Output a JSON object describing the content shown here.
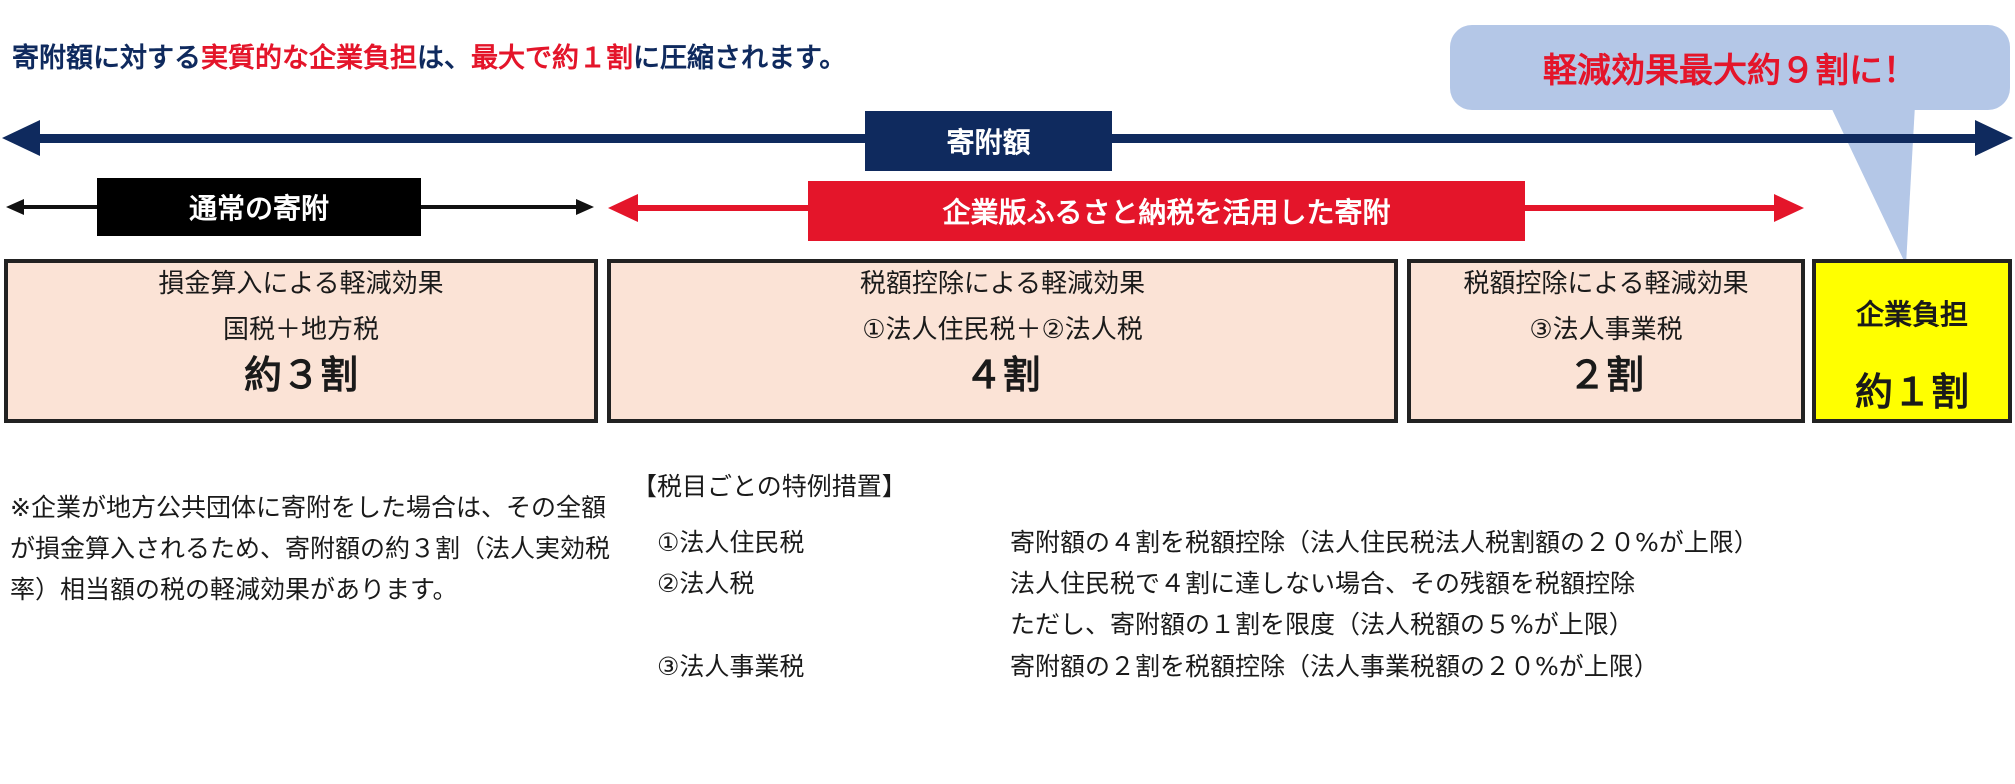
{
  "headline": {
    "p1": "寄附額に対する",
    "p2": "実質的な企業負担",
    "p3": "は、",
    "p4": "最大で約１割",
    "p5": "に圧縮されます。"
  },
  "callout": {
    "text": "軽減効果最大約９割に！"
  },
  "bars": {
    "donation": "寄附額",
    "normal": "通常の寄附",
    "furusato": "企業版ふるさと納税を活用した寄附"
  },
  "boxes": [
    {
      "line1": "損金算入による軽減効果",
      "line2": "国税＋地方税",
      "value": "約３割"
    },
    {
      "line1": "税額控除による軽減効果",
      "line2": "①法人住民税＋②法人税",
      "value": "４割"
    },
    {
      "line1": "税額控除による軽減効果",
      "line2": "③法人事業税",
      "value": "２割"
    }
  ],
  "burden": {
    "label": "企業負担",
    "value": "約１割"
  },
  "note": "※企業が地方公共団体に寄附をした場合は、その全額が損金算入されるため、寄附額の約３割（法人実効税率）相当額の税の軽減効果があります。",
  "measures": {
    "heading": "【税目ごとの特例措置】",
    "rows": [
      {
        "tax": "①法人住民税",
        "desc": "寄附額の４割を税額控除（法人住民税法人税割額の２０%が上限）"
      },
      {
        "tax": "②法人税",
        "desc": "法人住民税で４割に達しない場合、その残額を税額控除"
      },
      {
        "tax": "",
        "desc": "ただし、寄附額の１割を限度（法人税額の５%が上限）"
      },
      {
        "tax": "③法人事業税",
        "desc": "寄附額の２割を税額控除（法人事業税額の２０%が上限）"
      }
    ]
  },
  "colors": {
    "navy": "#0f2a5e",
    "red": "#e4152a",
    "callout_bg": "#b4c7e7",
    "box_bg": "#fbe3d6",
    "yellow": "#ffff00"
  }
}
